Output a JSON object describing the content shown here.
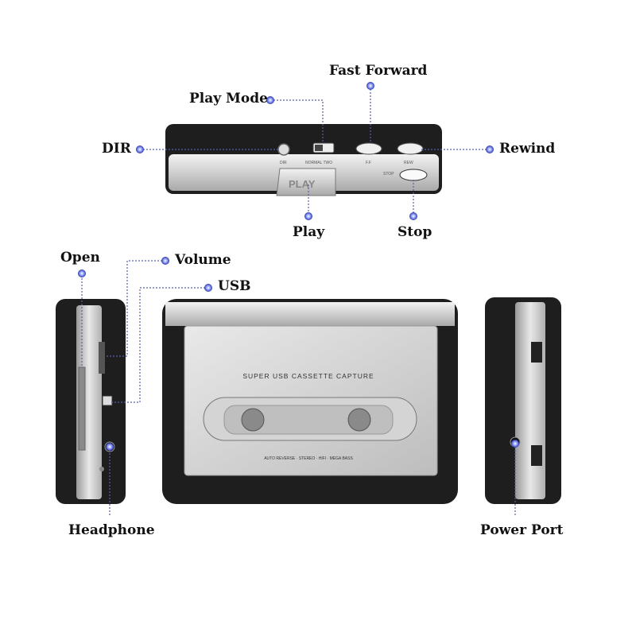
{
  "callouts": {
    "fast_forward": "Fast Forward",
    "play_mode": "Play Mode",
    "dir": "DIR",
    "rewind": "Rewind",
    "play": "Play",
    "stop": "Stop",
    "open": "Open",
    "volume": "Volume",
    "usb": "USB",
    "headphone": "Headphone",
    "power_port": "Power Port"
  },
  "top_view": {
    "dir_label": "DIR",
    "mode_label": "NORMAL  TWO",
    "ff_label": "F.F",
    "rew_label": "REW",
    "stop_label": "STOP",
    "play_label": "PLAY"
  },
  "front_view": {
    "title": "SUPER USB CASSETTE CAPTURE",
    "features": "AUTO REVERSE · STEREO · HIFI · MEGA BASS"
  },
  "colors": {
    "body_dark": "#1e1e1e",
    "silver": "#c8c8c8",
    "silver_light": "#e6e6e6",
    "accent_blue": "#3a4bbf",
    "leader": "#5560a8"
  },
  "icons": {
    "callout_dot": "blue-ring-dot-icon"
  }
}
